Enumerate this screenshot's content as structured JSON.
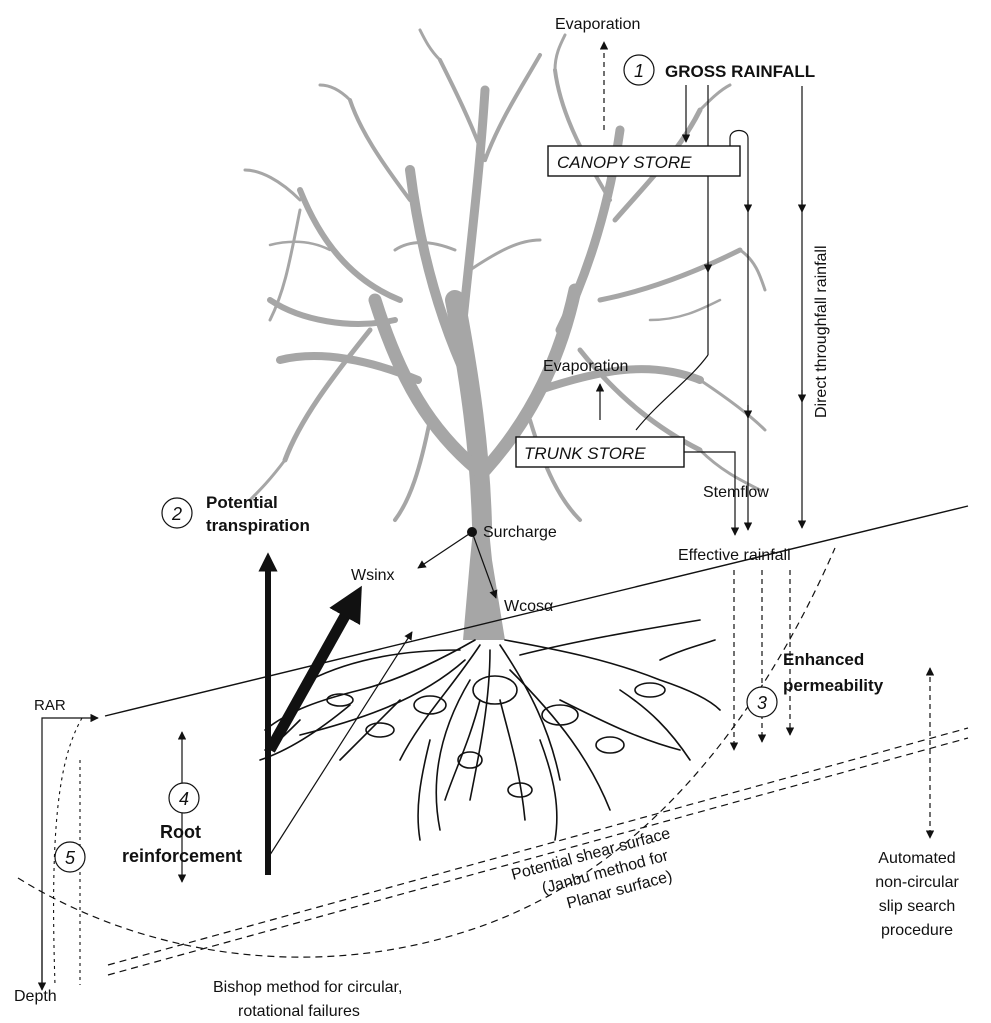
{
  "labels": {
    "evaporation_top": "Evaporation",
    "gross_rainfall": "GROSS RAINFALL",
    "canopy_store": "CANOPY STORE",
    "direct_throughfall": "Direct throughfall rainfall",
    "evaporation_mid": "Evaporation",
    "trunk_store": "TRUNK STORE",
    "stemflow": "Stemflow",
    "potential_line1": "Potential",
    "potential_line2": "transpiration",
    "surcharge": "Surcharge",
    "effective_rainfall": "Effective rainfall",
    "wsin": "Wsinx",
    "wcos": "Wcosα",
    "enhanced_line1": "Enhanced",
    "enhanced_line2": "permeability",
    "rar": "RAR",
    "root_line1": "Root",
    "root_line2": "reinforcement",
    "shear_line1": "Potential shear surface",
    "shear_line2": "(Janbu method for",
    "shear_line3": "Planar surface)",
    "auto_line1": "Automated",
    "auto_line2": "non-circular",
    "auto_line3": "slip search",
    "auto_line4": "procedure",
    "depth": "Depth",
    "bishop_line1": "Bishop method for circular,",
    "bishop_line2": "rotational failures"
  },
  "markers": [
    "1",
    "2",
    "3",
    "4",
    "5"
  ],
  "colors": {
    "tree": "#a6a6a6",
    "ink": "#111111"
  }
}
